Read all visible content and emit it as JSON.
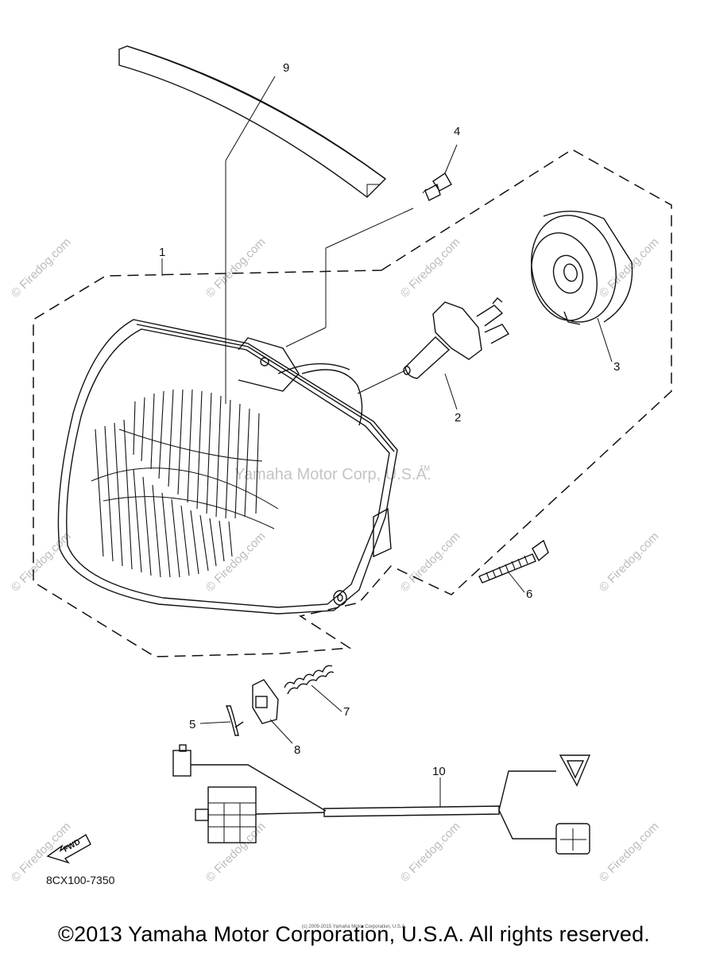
{
  "diagram": {
    "callouts": [
      {
        "id": "1",
        "label": "1"
      },
      {
        "id": "2",
        "label": "2"
      },
      {
        "id": "3",
        "label": "3"
      },
      {
        "id": "4",
        "label": "4"
      },
      {
        "id": "5",
        "label": "5"
      },
      {
        "id": "6",
        "label": "6"
      },
      {
        "id": "7",
        "label": "7"
      },
      {
        "id": "8",
        "label": "8"
      },
      {
        "id": "9",
        "label": "9"
      },
      {
        "id": "10",
        "label": "10"
      }
    ],
    "drawing_code": "8CX100-7350",
    "fwd_label": "FWD",
    "center_watermark": "Yamaha Motor Corp, U.S.A.",
    "tm_mark": "TM",
    "site_watermark": "© Firedog.com"
  },
  "footer": {
    "copyright": "©2013 Yamaha Motor Corporation, U.S.A. All rights reserved.",
    "tiny_copyright": "(c) 2009-2015 Yamaha Motor Corporation, U.S.A."
  }
}
